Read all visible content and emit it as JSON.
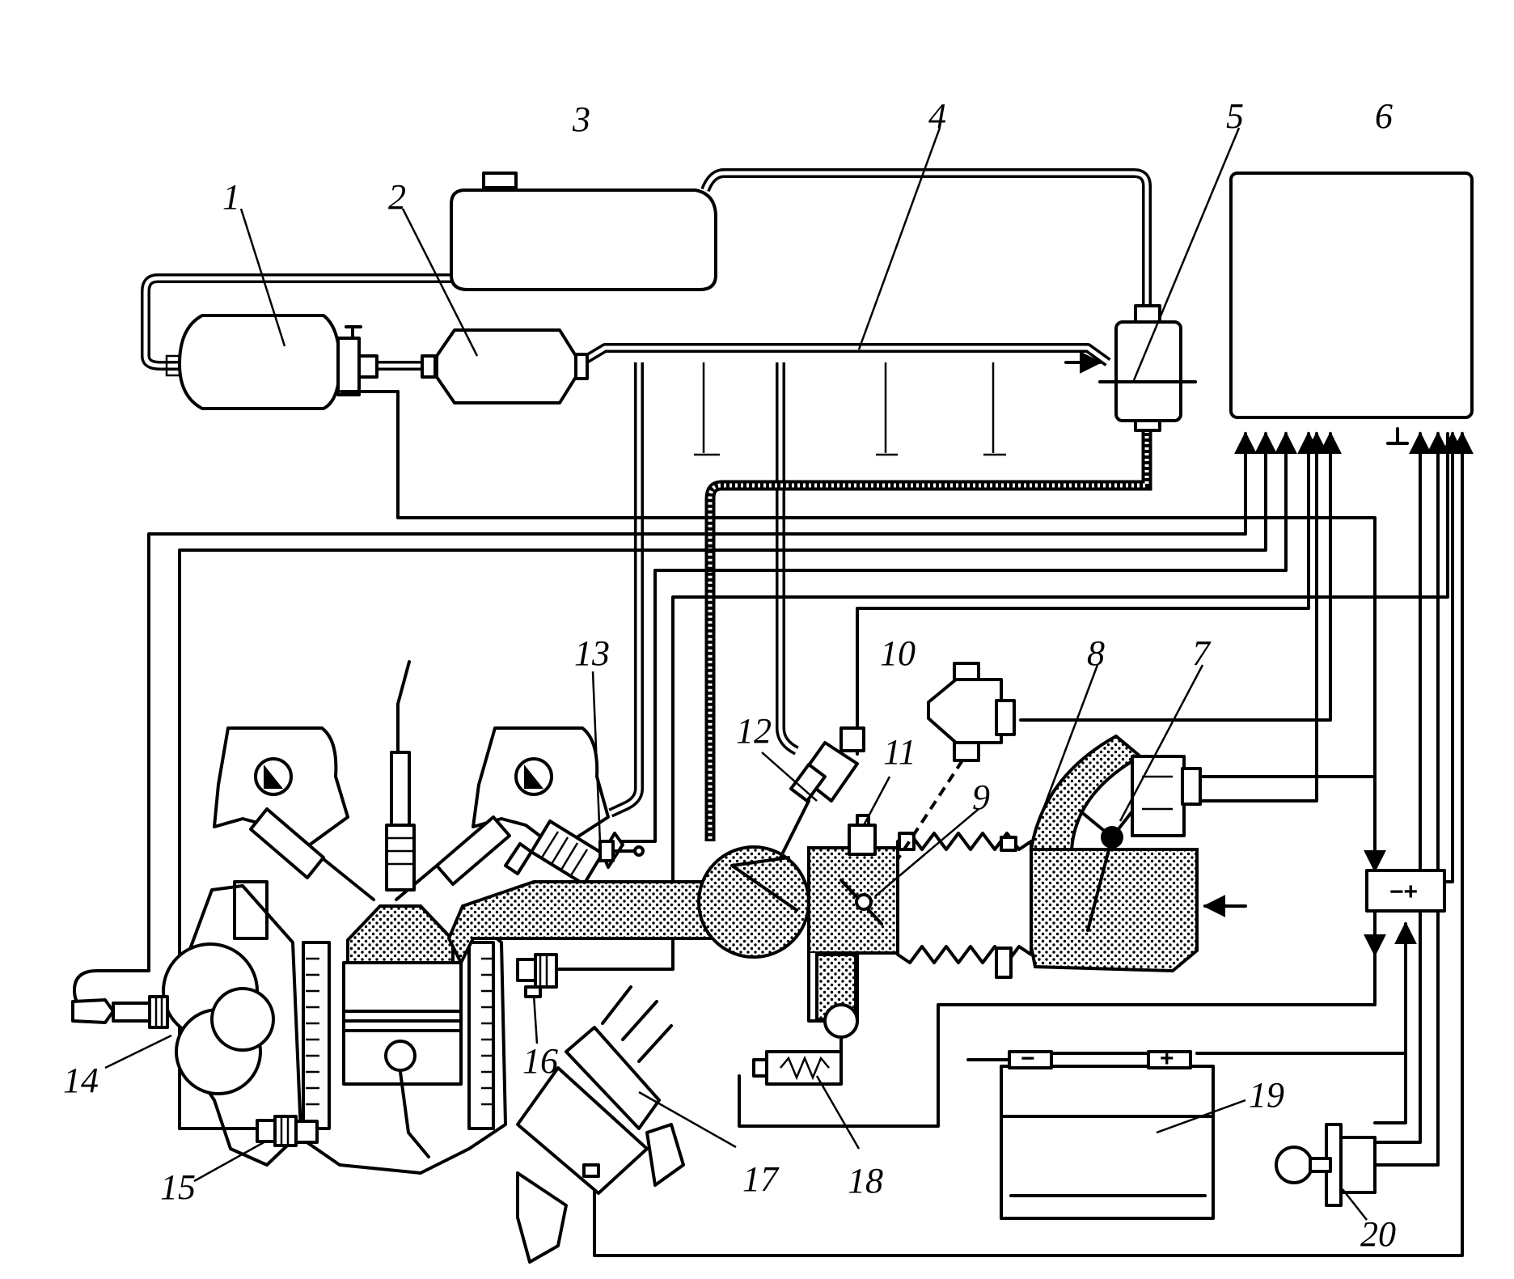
{
  "labels": {
    "l1": "1",
    "l2": "2",
    "l3": "3",
    "l4": "4",
    "l5": "5",
    "l6": "6",
    "l7": "7",
    "l8": "8",
    "l9": "9",
    "l10": "10",
    "l11": "11",
    "l12": "12",
    "l13": "13",
    "l14": "14",
    "l15": "15",
    "l16": "16",
    "l17": "17",
    "l18": "18",
    "l19": "19",
    "l20": "20"
  },
  "battery": {
    "minus": "−",
    "plus": "+"
  },
  "relay": {
    "symbol": "−+"
  }
}
